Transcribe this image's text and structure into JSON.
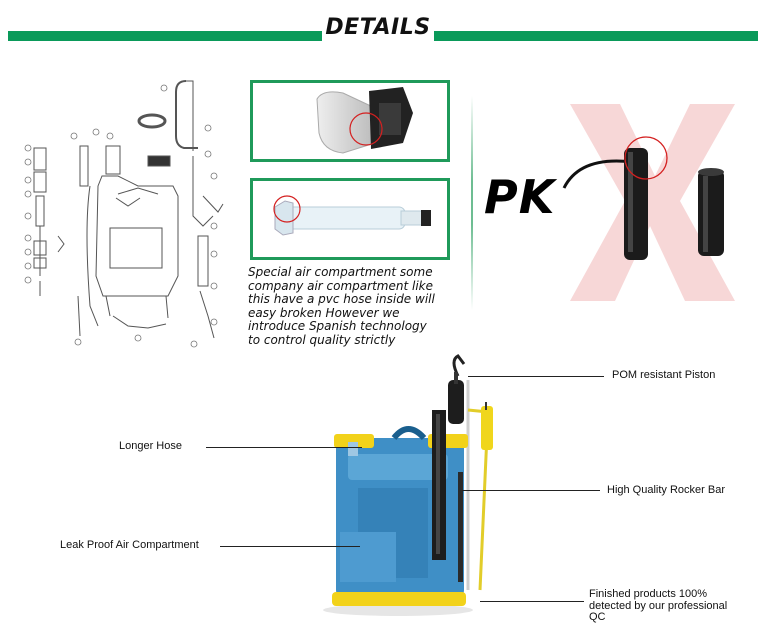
{
  "header": {
    "title": "DETAILS"
  },
  "caption": {
    "lines": [
      "Special air compartment some",
      "company air compartment like",
      "this have a pvc hose inside will",
      "easy broken However we",
      "introduce Spanish technology",
      "to control quality strictly"
    ]
  },
  "comparison": {
    "label": "PK"
  },
  "callouts": {
    "pom_piston": "POM resistant Piston",
    "longer_hose": "Longer Hose",
    "rocker_bar": "High Quality Rocker Bar",
    "air_compartment": "Leak Proof Air Compartment",
    "qc_line1": "Finished products 100%",
    "qc_line2": "detected by our professional",
    "qc_line3": "QC"
  },
  "colors": {
    "accent_green": "#0a9a5a",
    "box_border": "#1f9a5a",
    "tank_blue": "#3f8fc6",
    "tank_yellow": "#f2d21a",
    "highlight_red": "#d42020"
  }
}
